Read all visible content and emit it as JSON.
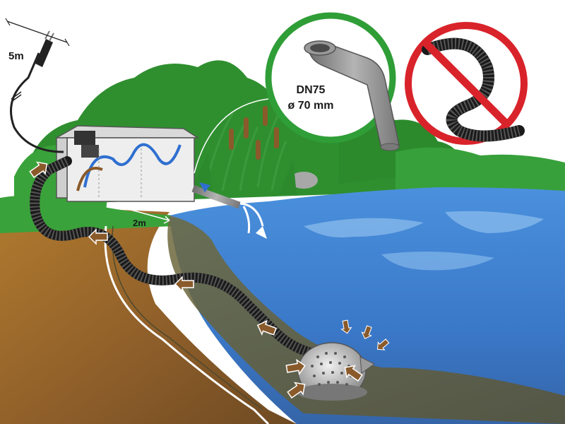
{
  "labels": {
    "cable_length": "5m",
    "filter_distance": "2m",
    "pipe_spec": "DN75",
    "pipe_diameter": "ø 70 mm"
  },
  "icons": {
    "allowed_pipe": "rigid-pipe-icon",
    "forbidden_hose": "corrugated-hose-prohibited-icon"
  },
  "colors": {
    "allowed_ring": "#2f9e37",
    "forbidden_ring": "#d9232b",
    "water": "#3d7fd1",
    "soil": "#9a6a2e",
    "foliage": "#2f8f2f",
    "flow_arrow": "#8a5a2b",
    "return_arrow": "#2f6fd0"
  }
}
